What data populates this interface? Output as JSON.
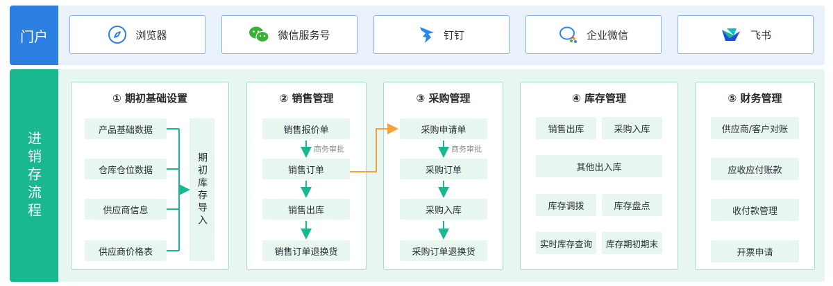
{
  "portal": {
    "label": "门户",
    "items": [
      {
        "label": "浏览器",
        "icon": "compass-icon"
      },
      {
        "label": "微信服务号",
        "icon": "wechat-icon"
      },
      {
        "label": "钉钉",
        "icon": "dingtalk-icon"
      },
      {
        "label": "企业微信",
        "icon": "wecom-icon"
      },
      {
        "label": "飞书",
        "icon": "feishu-icon"
      }
    ]
  },
  "process": {
    "label": "进销存流程",
    "panels": [
      {
        "title": "① 期初基础设置",
        "items": [
          "产品基础数据",
          "仓库仓位数据",
          "供应商信息",
          "供应商价格表"
        ],
        "side_label": "期初库存导入"
      },
      {
        "title": "② 销售管理",
        "items": [
          "销售报价单",
          "销售订单",
          "销售出库",
          "销售订单退换货"
        ],
        "note": "商务审批"
      },
      {
        "title": "③ 采购管理",
        "items": [
          "采购申请单",
          "采购订单",
          "采购入库",
          "采购订单退换货"
        ],
        "note": "商务审批"
      },
      {
        "title": "④ 库存管理",
        "items": [
          "销售出库",
          "采购入库",
          "其他出入库",
          "库存调拨",
          "库存盘点",
          "实时库存查询",
          "库存期初期末"
        ]
      },
      {
        "title": "⑤ 财务管理",
        "items": [
          "供应商/客户对账",
          "应收应付账款",
          "收付款管理",
          "开票申请"
        ]
      }
    ]
  },
  "colors": {
    "portal_accent": "#2b7fe0",
    "process_accent": "#1ab890",
    "connector": "#f5a23b"
  }
}
